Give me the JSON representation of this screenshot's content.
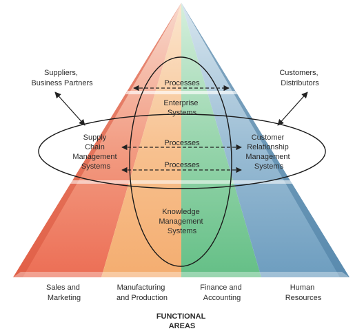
{
  "external": {
    "suppliers": [
      "Suppliers,",
      "Business Partners"
    ],
    "customers": [
      "Customers,",
      "Distributors"
    ]
  },
  "systems": {
    "scm": [
      "Supply",
      "Chain",
      "Management",
      "Systems"
    ],
    "crm": [
      "Customer",
      "Relationship",
      "Management",
      "Systems"
    ],
    "enterprise": [
      "Enterprise",
      "Systems"
    ],
    "kms": [
      "Knowledge",
      "Management",
      "Systems"
    ]
  },
  "processes": {
    "top": "Processes",
    "middle": "Processes",
    "bottom": "Processes"
  },
  "functional_areas": {
    "title": [
      "FUNCTIONAL",
      "AREAS"
    ],
    "sales": [
      "Sales and",
      "Marketing"
    ],
    "manufacturing": [
      "Manufacturing",
      "and Production"
    ],
    "finance": [
      "Finance and",
      "Accounting"
    ],
    "hr": [
      "Human",
      "Resources"
    ]
  },
  "colors": {
    "sales": "#ef7a62",
    "manufacturing": "#f5b37a",
    "finance": "#7fc99a",
    "hr": "#7fa9c6"
  }
}
